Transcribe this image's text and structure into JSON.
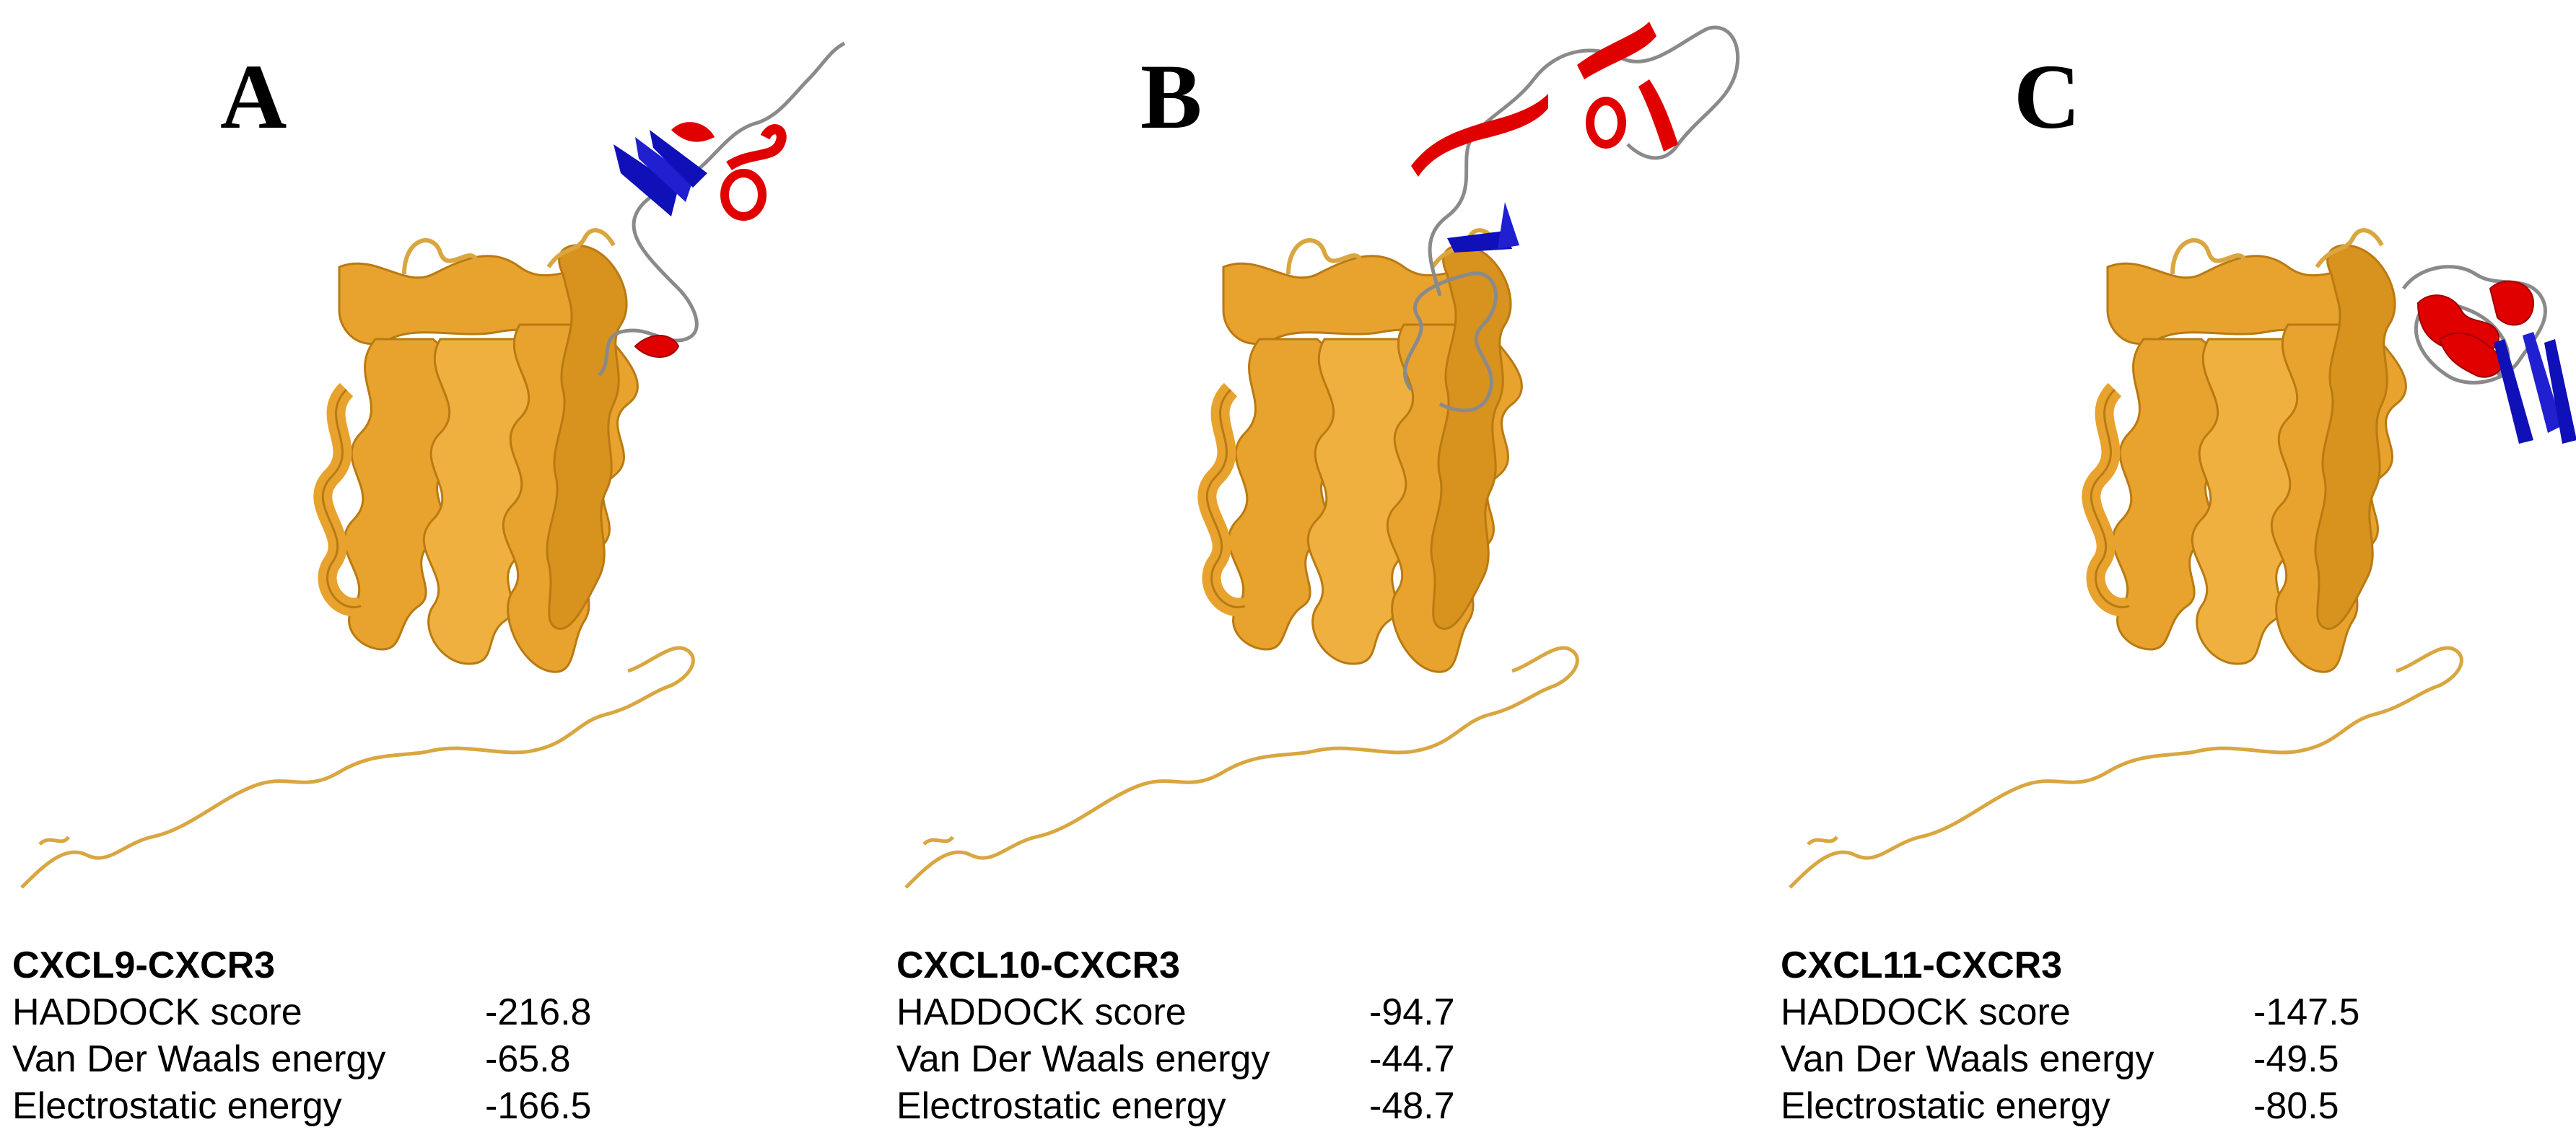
{
  "colors": {
    "receptor": "#E8A22E",
    "receptor_dark": "#B97A12",
    "helix": "#E00000",
    "sheet": "#1010B8",
    "coil": "#8A8A8A"
  },
  "panels": [
    {
      "letter": "A",
      "complex": "CXCL9-CXCR3",
      "rows": [
        {
          "label": "HADDOCK score",
          "value": "-216.8"
        },
        {
          "label": "Van Der Waals energy",
          "value": "-65.8"
        },
        {
          "label": "Electrostatic energy",
          "value": "-166.5"
        }
      ]
    },
    {
      "letter": "B",
      "complex": "CXCL10-CXCR3",
      "rows": [
        {
          "label": "HADDOCK score",
          "value": "-94.7"
        },
        {
          "label": "Van Der Waals energy",
          "value": "-44.7"
        },
        {
          "label": "Electrostatic energy",
          "value": "-48.7"
        }
      ]
    },
    {
      "letter": "C",
      "complex": "CXCL11-CXCR3",
      "rows": [
        {
          "label": "HADDOCK score",
          "value": "-147.5"
        },
        {
          "label": "Van Der Waals energy",
          "value": "-49.5"
        },
        {
          "label": "Electrostatic energy",
          "value": "-80.5"
        }
      ]
    }
  ]
}
